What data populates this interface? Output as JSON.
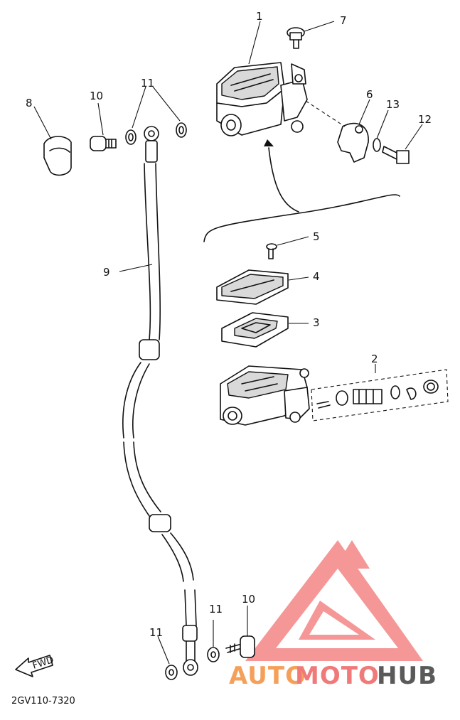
{
  "callouts": {
    "c1": "1",
    "c2": "2",
    "c3": "3",
    "c4": "4",
    "c5": "5",
    "c6": "6",
    "c7": "7",
    "c8": "8",
    "c9": "9",
    "c10_top": "10",
    "c10_bottom": "10",
    "c11_top": "11",
    "c11_bottom_mid": "11",
    "c11_bottom_left": "11",
    "c12": "12",
    "c13": "13"
  },
  "front_arrow_label": "FWD",
  "diagram_code": "2GV110-7320",
  "watermark": {
    "part1": "AUTO",
    "part2": "MOTO",
    "part3": "HUB"
  },
  "colors": {
    "ink": "#111111",
    "watermark_red": "#f07a7a",
    "watermark_grey": "#5a5a5a"
  }
}
